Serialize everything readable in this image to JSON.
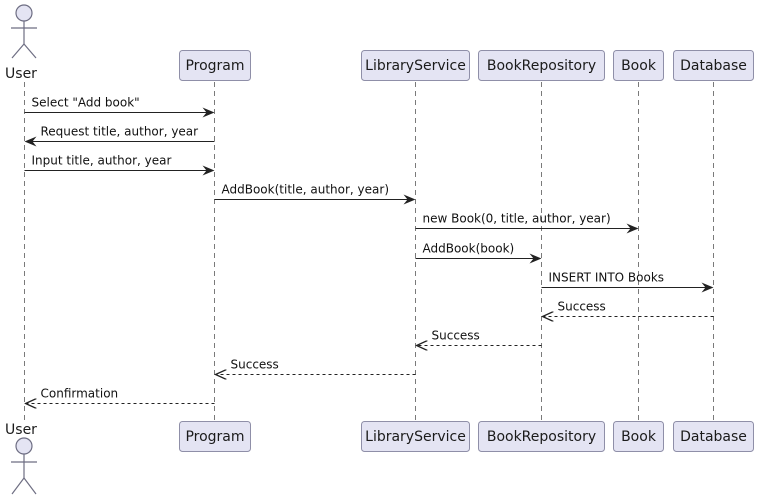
{
  "participants": [
    {
      "id": "user",
      "label": "User",
      "kind": "actor"
    },
    {
      "id": "program",
      "label": "Program",
      "kind": "participant"
    },
    {
      "id": "library_service",
      "label": "LibraryService",
      "kind": "participant"
    },
    {
      "id": "book_repository",
      "label": "BookRepository",
      "kind": "participant"
    },
    {
      "id": "book",
      "label": "Book",
      "kind": "participant"
    },
    {
      "id": "database",
      "label": "Database",
      "kind": "participant"
    }
  ],
  "messages": [
    {
      "from": "user",
      "to": "program",
      "label": "Select \"Add book\"",
      "style": "sync"
    },
    {
      "from": "program",
      "to": "user",
      "label": "Request title, author, year",
      "style": "sync"
    },
    {
      "from": "user",
      "to": "program",
      "label": "Input title, author, year",
      "style": "sync"
    },
    {
      "from": "program",
      "to": "library_service",
      "label": "AddBook(title, author, year)",
      "style": "sync"
    },
    {
      "from": "library_service",
      "to": "book",
      "label": "new Book(0, title, author, year)",
      "style": "sync"
    },
    {
      "from": "library_service",
      "to": "book_repository",
      "label": "AddBook(book)",
      "style": "sync"
    },
    {
      "from": "book_repository",
      "to": "database",
      "label": "INSERT INTO Books",
      "style": "sync"
    },
    {
      "from": "database",
      "to": "book_repository",
      "label": "Success",
      "style": "reply"
    },
    {
      "from": "book_repository",
      "to": "library_service",
      "label": "Success",
      "style": "reply"
    },
    {
      "from": "library_service",
      "to": "program",
      "label": "Success",
      "style": "reply"
    },
    {
      "from": "program",
      "to": "user",
      "label": "Confirmation",
      "style": "reply"
    }
  ],
  "colors": {
    "participant_fill": "#e4e4f3",
    "participant_border": "#8f8fa8",
    "arrow": "#222222"
  }
}
